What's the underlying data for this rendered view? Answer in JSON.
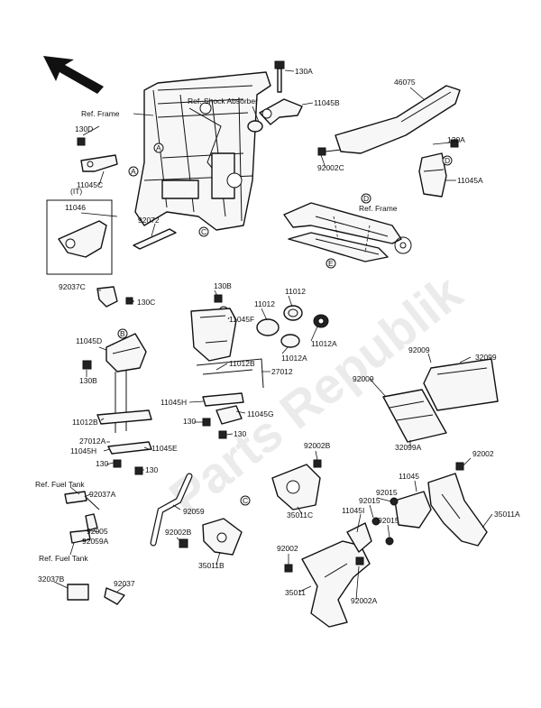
{
  "watermark": "Parts Republik",
  "labels": {
    "p130A_top": "130A",
    "ref_shock": "Ref. Shock Absorber",
    "p11045B": "11045B",
    "p46075": "46075",
    "ref_frame_left": "Ref. Frame",
    "p130D": "130D",
    "p11045C": "11045C",
    "variant_it": "(IT)",
    "p11046": "11046",
    "p92072": "92072",
    "p92002C": "92002C",
    "p130A_right": "130A",
    "p11045A": "11045A",
    "ref_frame_right": "Ref. Frame",
    "p92037C": "92037C",
    "p130C": "130C",
    "p130B_top": "130B",
    "p11045F": "11045F",
    "p11012_a": "11012",
    "p11012_b": "11012",
    "p11012A_a": "11012A",
    "p11012A_b": "11012A",
    "p11045D": "11045D",
    "p130B_left": "130B",
    "p11012B_mid": "11012B",
    "p27012_mid": "27012",
    "p11045H_mid": "11045H",
    "p11045G": "11045G",
    "p130_mid_a": "130",
    "p130_mid_b": "130",
    "p11012B_left": "11012B",
    "p27012A": "27012A",
    "p11045H_left": "11045H",
    "p11045E": "11045E",
    "p130_low_a": "130",
    "p130_low_b": "130",
    "p92009_top": "92009",
    "p32099": "32099",
    "p92009_mid": "92009",
    "p32099A": "32099A",
    "ref_fuel_tank_top": "Ref. Fuel Tank",
    "p92037A": "92037A",
    "p92005": "92005",
    "p92059A": "92059A",
    "ref_fuel_tank_bottom": "Ref. Fuel Tank",
    "p92059": "92059",
    "p92002B_mid": "92002B",
    "p35011B": "35011B",
    "p92002B_top": "92002B",
    "p35011C": "35011C",
    "p92002_right": "92002",
    "p11045": "11045",
    "p92015_a": "92015",
    "p11045I": "11045I",
    "p92015_b": "92015",
    "p92015_c": "92015",
    "p35011A": "35011A",
    "p92002_left": "92002",
    "p35011": "35011",
    "p92002A": "92002A",
    "p32037B": "32037B",
    "p92037": "92037"
  },
  "callouts": {
    "A": "A",
    "B": "B",
    "C": "C",
    "D": "D",
    "E": "E"
  }
}
